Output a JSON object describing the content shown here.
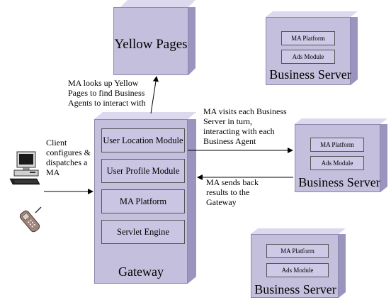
{
  "yellow_pages": {
    "title": "Yellow Pages"
  },
  "gateway": {
    "title": "Gateway",
    "modules": [
      "User Location Module",
      "User Profile Module",
      "MA Platform",
      "Servlet Engine"
    ]
  },
  "business_servers": [
    {
      "title": "Business Server",
      "modules": [
        "MA Platform",
        "Ads Module"
      ]
    },
    {
      "title": "Business Server",
      "modules": [
        "MA Platform",
        "Ads Module"
      ]
    },
    {
      "title": "Business Server",
      "modules": [
        "MA Platform",
        "Ads Module"
      ]
    }
  ],
  "notes": {
    "yellow_pages_lookup": [
      "MA looks up Yellow",
      "Pages to find Business",
      "Agents to interact with"
    ],
    "client": [
      "Client",
      "configures &",
      "dispatches a",
      "MA"
    ],
    "visits": [
      "MA visits each Business",
      "Server in turn,",
      "interacting with each",
      "Business Agent"
    ],
    "sends_back": [
      "MA sends back",
      "results to the",
      "Gateway"
    ]
  },
  "icons": [
    "desktop-computer-icon",
    "mobile-phone-icon"
  ],
  "colors": {
    "box_face": "#c3bfdc",
    "box_top": "#dcd9ef",
    "box_side": "#9a95bf"
  }
}
